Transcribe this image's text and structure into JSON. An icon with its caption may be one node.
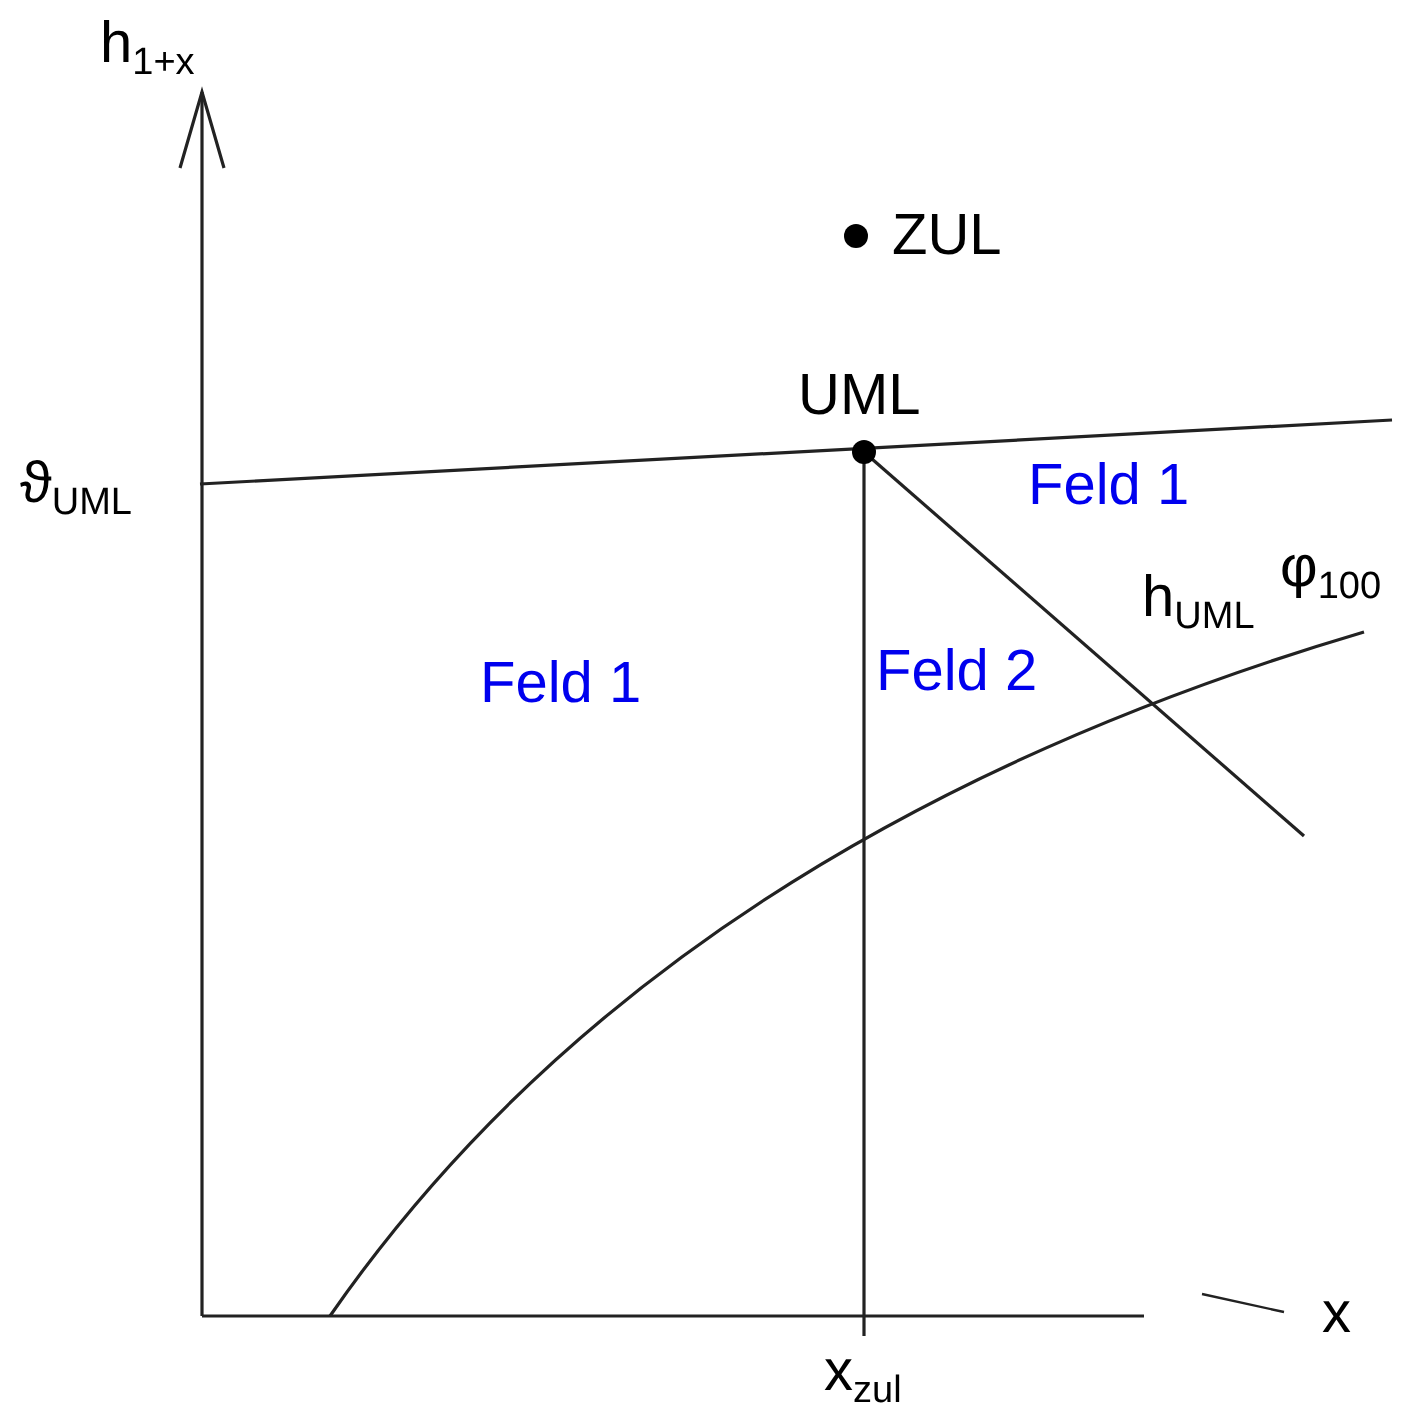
{
  "diagram": {
    "labels": [
      "h$_{1+x}$",
      "ZUL",
      "UML",
      "ϑ$_{UML}$",
      "Feld 1",
      "φ$_{100}$",
      "h$_{UML}$",
      "Feld 1",
      "Feld 2",
      "x",
      "x$_{zul}$"
    ]
  }
}
